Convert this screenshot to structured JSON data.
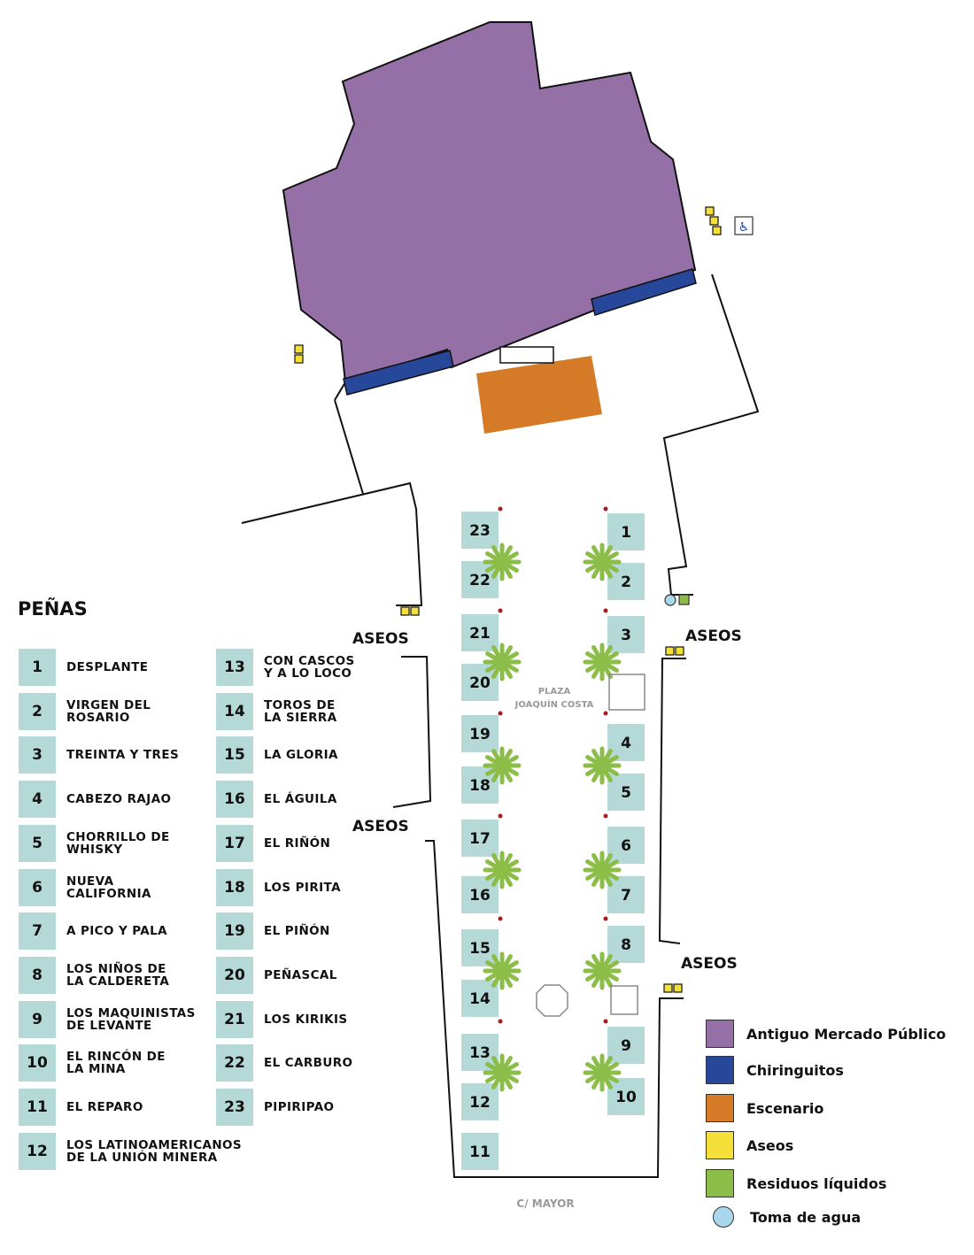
{
  "title": "PEÑAS",
  "penas": [
    {
      "n": "1",
      "name": "DESPLANTE"
    },
    {
      "n": "2",
      "name": "VIRGEN DEL\nROSARIO"
    },
    {
      "n": "3",
      "name": "TREINTA Y TRES"
    },
    {
      "n": "4",
      "name": "CABEZO RAJAO"
    },
    {
      "n": "5",
      "name": "CHORRILLO DE\nWHISKY"
    },
    {
      "n": "6",
      "name": "NUEVA\nCALIFORNIA"
    },
    {
      "n": "7",
      "name": "A PICO Y PALA"
    },
    {
      "n": "8",
      "name": "LOS NIÑOS DE\nLA CALDERETA"
    },
    {
      "n": "9",
      "name": "LOS MAQUINISTAS\nDE LEVANTE"
    },
    {
      "n": "10",
      "name": "EL RINCÓN DE\nLA MINA"
    },
    {
      "n": "11",
      "name": "EL REPARO"
    },
    {
      "n": "12",
      "name": "LOS LATINOAMERICANOS\nDE LA UNIÓN MINERA"
    },
    {
      "n": "13",
      "name": "CON CASCOS\nY A LO LOCO"
    },
    {
      "n": "14",
      "name": "TOROS DE\nLA SIERRA"
    },
    {
      "n": "15",
      "name": "LA GLORIA"
    },
    {
      "n": "16",
      "name": "EL ÁGUILA"
    },
    {
      "n": "17",
      "name": "EL RIÑÓN"
    },
    {
      "n": "18",
      "name": "LOS PIRITA"
    },
    {
      "n": "19",
      "name": "EL PIÑÓN"
    },
    {
      "n": "20",
      "name": "PEÑASCAL"
    },
    {
      "n": "21",
      "name": "LOS KIRIKIS"
    },
    {
      "n": "22",
      "name": "EL CARBURO"
    },
    {
      "n": "23",
      "name": "PIPIRIPAO"
    }
  ],
  "map": {
    "aseos_label": "ASEOS",
    "plaza_line1": "PLAZA",
    "plaza_line2": "JOAQUÍN COSTA",
    "street": "C/ MAYOR"
  },
  "legend": [
    {
      "label": "Antiguo Mercado Público",
      "color": "#9470a6",
      "icon": "square"
    },
    {
      "label": "Chiringuitos",
      "color": "#27489a",
      "icon": "square"
    },
    {
      "label": "Escenario",
      "color": "#d57a27",
      "icon": "square"
    },
    {
      "label": "Aseos",
      "color": "#f5e03a",
      "icon": "square"
    },
    {
      "label": "Residuos líquidos",
      "color": "#8bbd48",
      "icon": "square"
    },
    {
      "label": "Toma de agua",
      "color": "#a9d8ec",
      "icon": "circle"
    }
  ],
  "colors": {
    "stall": "#b5d9d6",
    "tree": "#8bbd48",
    "post": "#a51d1d"
  }
}
